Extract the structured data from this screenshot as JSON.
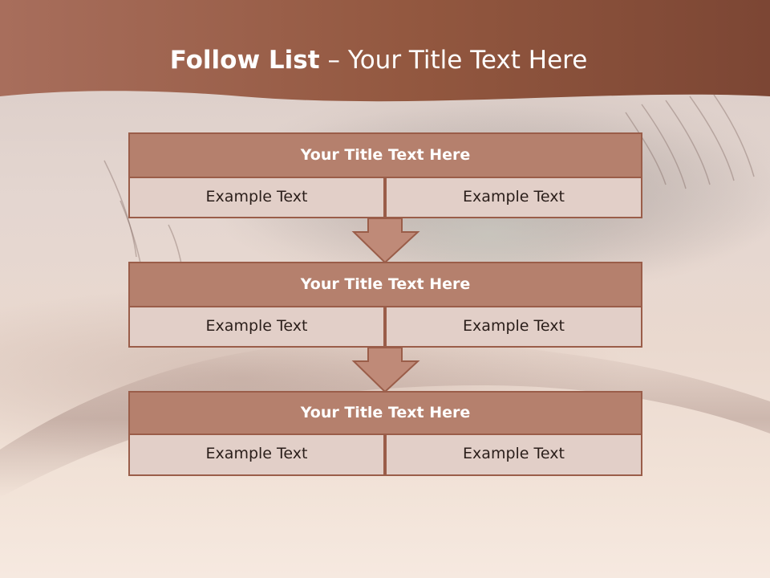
{
  "slide": {
    "title_bold": "Follow List",
    "title_rest": "– Your Title Text Here"
  },
  "colors": {
    "header_band": "#8e5744",
    "block_title_fill": "#b5806d",
    "block_border": "#9a5d49",
    "cell_fill": "#e2cfc8",
    "arrow_fill": "#bf8a78"
  },
  "blocks": [
    {
      "title": "Your Title Text Here",
      "left_text": "Example Text",
      "right_text": "Example Text"
    },
    {
      "title": "Your Title Text Here",
      "left_text": "Example Text",
      "right_text": "Example Text"
    },
    {
      "title": "Your Title Text Here",
      "left_text": "Example Text",
      "right_text": "Example Text"
    }
  ],
  "arrows": [
    {
      "icon": "down-arrow-icon"
    },
    {
      "icon": "down-arrow-icon"
    }
  ]
}
